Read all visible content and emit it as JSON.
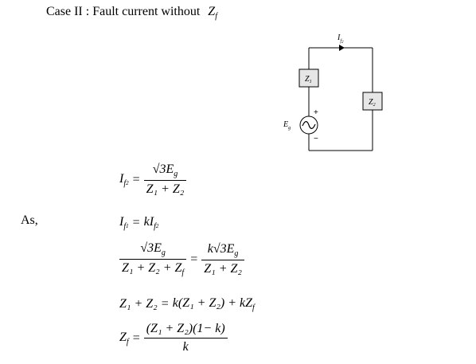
{
  "heading": {
    "text": "Case II : Fault current without",
    "symbol": "Z",
    "symbol_sub": "f"
  },
  "circuit": {
    "current_label": "I",
    "current_sub": "f",
    "current_sub2": "2",
    "z1": "Z",
    "z1_sub": "1",
    "z2": "Z",
    "z2_sub": "2",
    "source": "E",
    "source_sub": "g",
    "plus": "+",
    "minus": "−",
    "ac_symbol": "~"
  },
  "as_label": "As,",
  "equations": {
    "eq1": {
      "lhs": "I",
      "lhs_sub": "f",
      "lhs_sub2": "2",
      "num": "√3E",
      "num_sub": "g",
      "den": "Z₁ + Z₂"
    },
    "eq2": {
      "lhs": "I",
      "lhs_sub": "f",
      "lhs_sub2": "1",
      "rhs": "kI",
      "rhs_sub": "f",
      "rhs_sub2": "2"
    },
    "eq3": {
      "lnum": "√3E",
      "lnum_sub": "g",
      "lden": "Z₁ + Z₂ + Z",
      "lden_sub": "f",
      "rnum": "k√3E",
      "rnum_sub": "g",
      "rden": "Z₁ + Z₂"
    },
    "eq4": {
      "lhs": "Z₁ + Z₂",
      "rhs": "k(Z₁ + Z₂) + kZ",
      "rhs_sub": "f"
    },
    "eq5": {
      "lhs": "Z",
      "lhs_sub": "f",
      "num": "(Z₁ + Z₂)(1− k)",
      "den": "k"
    }
  }
}
